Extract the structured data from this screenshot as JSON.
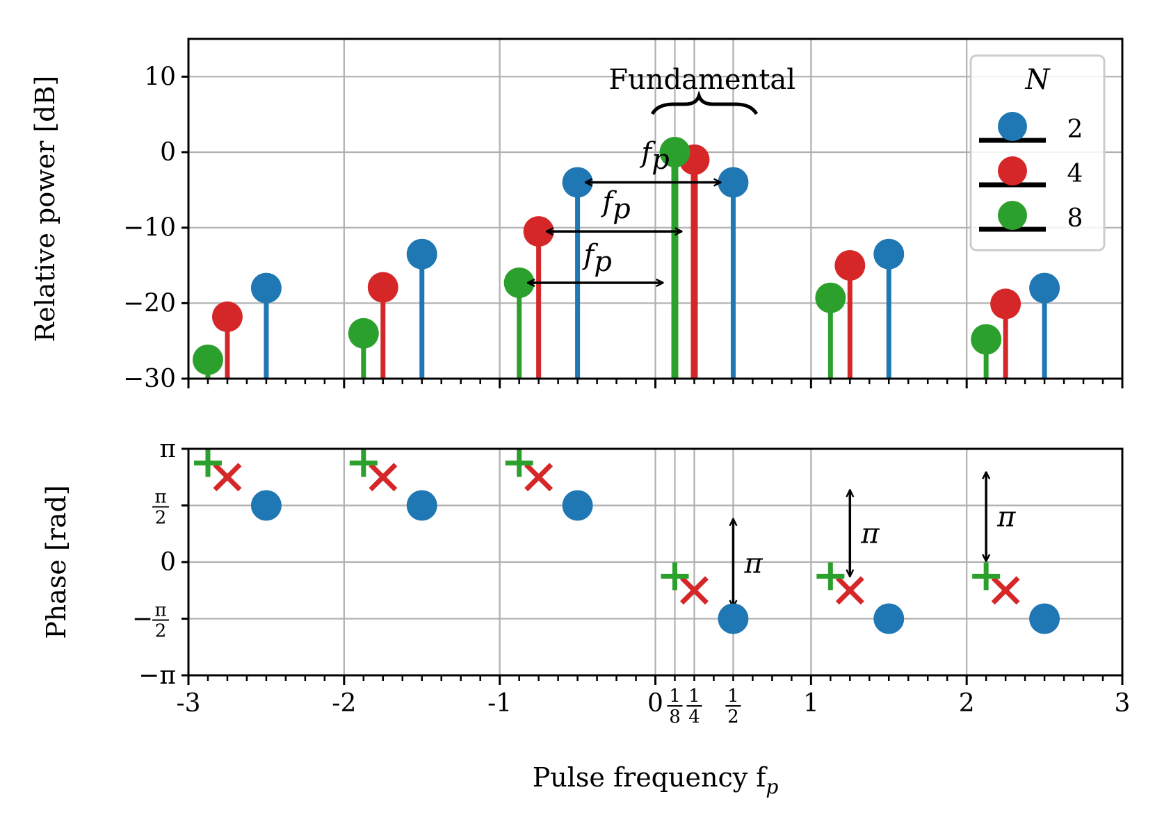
{
  "chart_data": [
    {
      "id": "power",
      "type": "stem",
      "ylabel": "Relative power [dB]",
      "ylim": [
        -30,
        15
      ],
      "yticks": [
        {
          "v": 10,
          "label": "10"
        },
        {
          "v": 0,
          "label": "0"
        },
        {
          "v": -10,
          "label": "−10"
        },
        {
          "v": -20,
          "label": "−20"
        },
        {
          "v": -30,
          "label": "−30"
        }
      ],
      "xlim": [
        -3,
        3
      ],
      "grid": true,
      "legend": {
        "title": "N",
        "position": "top-right",
        "entries": [
          "2",
          "4",
          "8"
        ]
      },
      "series": [
        {
          "name": "2",
          "color": "#1f77b4",
          "x": [
            -2.5,
            -1.5,
            -0.5,
            0.5,
            1.5,
            2.5
          ],
          "y": [
            -18,
            -13.5,
            -4,
            -4,
            -13.5,
            -18
          ]
        },
        {
          "name": "4",
          "color": "#d62728",
          "x": [
            -2.75,
            -1.75,
            -0.75,
            0.25,
            1.25,
            2.25
          ],
          "y": [
            -21.8,
            -17.9,
            -10.5,
            -1,
            -15,
            -20.1
          ]
        },
        {
          "name": "8",
          "color": "#2ca02c",
          "x": [
            -2.875,
            -1.875,
            -0.875,
            0.125,
            1.125,
            2.125
          ],
          "y": [
            -27.5,
            -24,
            -17.3,
            0,
            -19.3,
            -24.8
          ]
        }
      ],
      "annotations": {
        "fundamental": "Fundamental",
        "fp": "f",
        "fp_sub": "p",
        "arrows": [
          {
            "x1": -0.45,
            "x2": 0.42,
            "y": -4
          },
          {
            "x1": -0.7,
            "x2": 0.17,
            "y": -10.5
          },
          {
            "x1": -0.82,
            "x2": 0.05,
            "y": -17.3
          }
        ]
      }
    },
    {
      "id": "phase",
      "type": "scatter",
      "ylabel": "Phase [rad]",
      "ylim": [
        -3.14159,
        3.14159
      ],
      "yticks": [
        {
          "v": 3.14159,
          "label": "π"
        },
        {
          "v": 1.5708,
          "label": "π/2"
        },
        {
          "v": 0,
          "label": "0"
        },
        {
          "v": -1.5708,
          "label": "−π/2"
        },
        {
          "v": -3.14159,
          "label": "−π"
        }
      ],
      "xlabel": "Pulse frequency f",
      "xlabel_sub": "p",
      "xticks": [
        {
          "v": -3,
          "label": "-3"
        },
        {
          "v": -2,
          "label": "-2"
        },
        {
          "v": -1,
          "label": "-1"
        },
        {
          "v": 0,
          "label": "0"
        },
        {
          "v": 0.125,
          "label": "1/8"
        },
        {
          "v": 0.25,
          "label": "1/4"
        },
        {
          "v": 0.5,
          "label": "1/2"
        },
        {
          "v": 1,
          "label": "1"
        },
        {
          "v": 2,
          "label": "2"
        },
        {
          "v": 3,
          "label": "3"
        }
      ],
      "grid": true,
      "series": [
        {
          "name": "2",
          "marker": "circle",
          "color": "#1f77b4",
          "x": [
            -2.5,
            -1.5,
            -0.5,
            0.5,
            1.5,
            2.5
          ],
          "y": [
            1.5708,
            1.5708,
            1.5708,
            -1.5708,
            -1.5708,
            -1.5708
          ]
        },
        {
          "name": "4",
          "marker": "x",
          "color": "#d62728",
          "x": [
            -2.75,
            -1.75,
            -0.75,
            0.25,
            1.25,
            2.25
          ],
          "y": [
            2.356,
            2.356,
            2.356,
            -0.785,
            -0.785,
            -0.785
          ]
        },
        {
          "name": "8",
          "marker": "plus",
          "color": "#2ca02c",
          "x": [
            -2.875,
            -1.875,
            -0.875,
            0.125,
            1.125,
            2.125
          ],
          "y": [
            2.749,
            2.749,
            2.749,
            -0.393,
            -0.393,
            -0.393
          ]
        }
      ],
      "annotations": {
        "pi": "π",
        "arrows": [
          {
            "x": 0.5,
            "y1": 1.2,
            "y2": -1.25
          },
          {
            "x": 1.25,
            "y1": 2.0,
            "y2": -0.4
          },
          {
            "x": 2.125,
            "y1": 2.5,
            "y2": 0.02
          }
        ]
      }
    }
  ]
}
